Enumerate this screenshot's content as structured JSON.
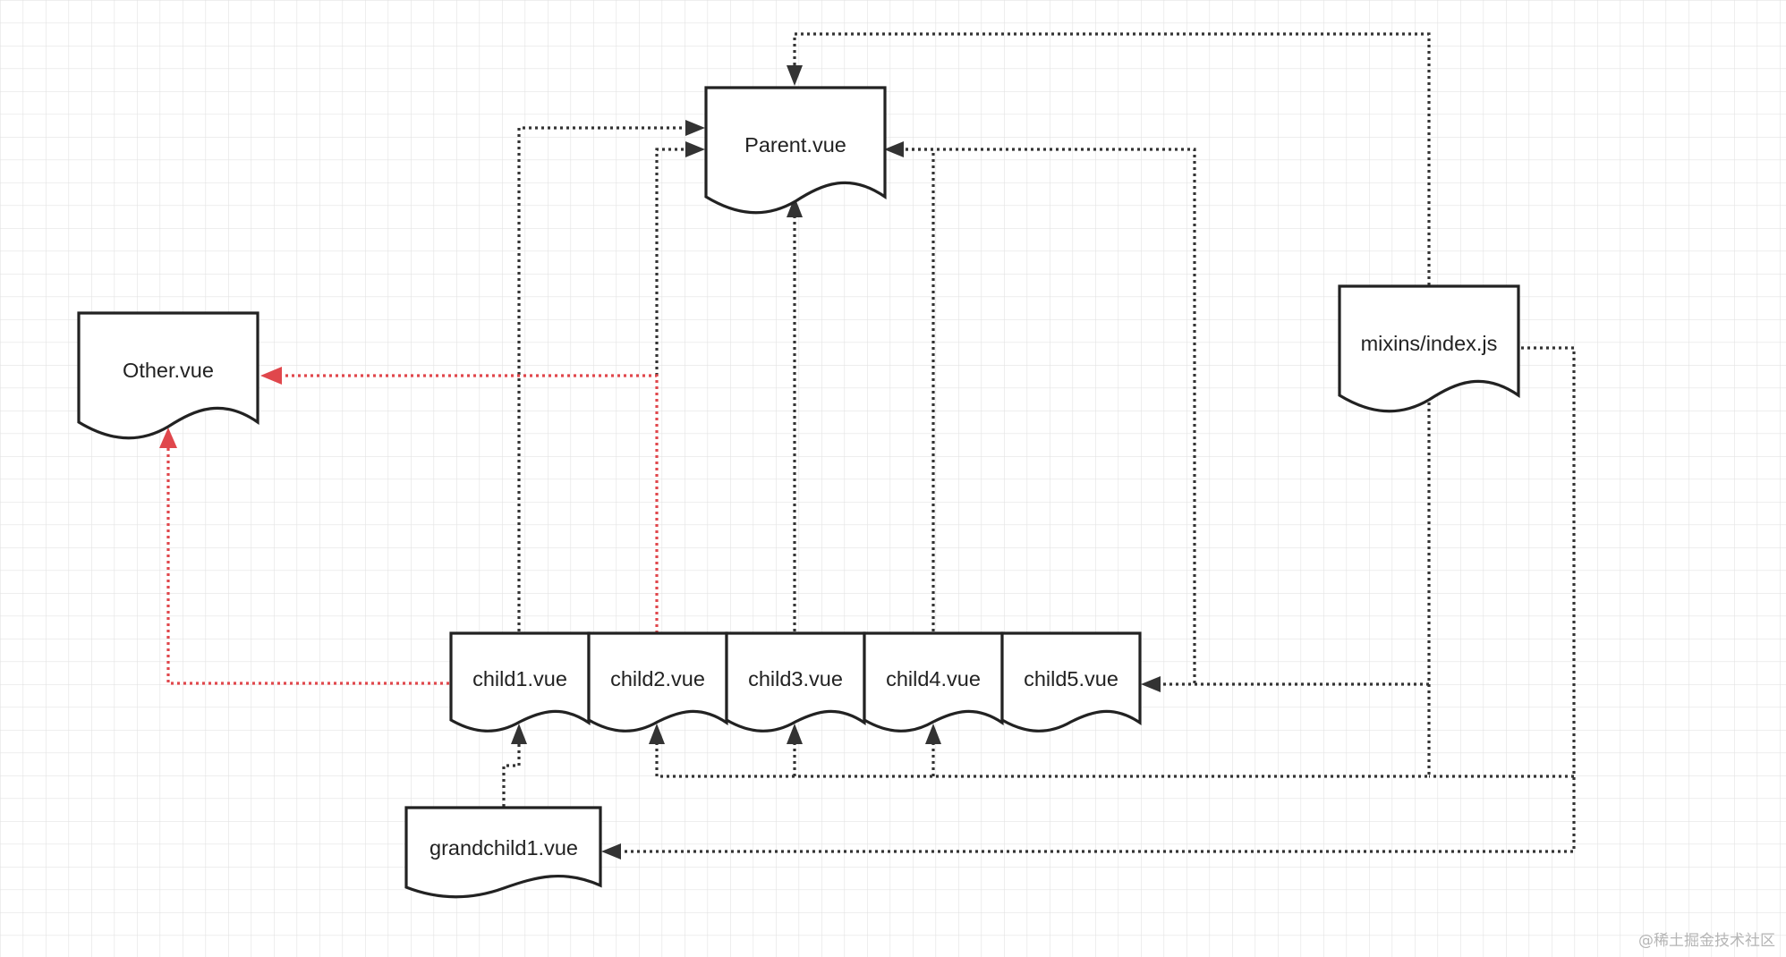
{
  "colors": {
    "background": "#ffffff",
    "grid": "#e3e3e3",
    "node_stroke": "#222222",
    "edge": "#333333",
    "highlight_edge": "#e0474c",
    "watermark": "#b5b5b5"
  },
  "nodes": {
    "parent": {
      "label": "Parent.vue"
    },
    "other": {
      "label": "Other.vue"
    },
    "mixins": {
      "label": "mixins/index.js"
    },
    "child1": {
      "label": "child1.vue"
    },
    "child2": {
      "label": "child2.vue"
    },
    "child3": {
      "label": "child3.vue"
    },
    "child4": {
      "label": "child4.vue"
    },
    "child5": {
      "label": "child5.vue"
    },
    "grandchild1": {
      "label": "grandchild1.vue"
    }
  },
  "edges": [
    {
      "from": "child1",
      "to": "parent",
      "style": "dotted"
    },
    {
      "from": "child2",
      "to": "parent",
      "style": "dotted"
    },
    {
      "from": "child3",
      "to": "parent",
      "style": "dotted"
    },
    {
      "from": "child4",
      "to": "parent",
      "style": "dotted"
    },
    {
      "from": "child5",
      "to": "parent",
      "style": "dotted"
    },
    {
      "from": "mixins",
      "to": "parent",
      "style": "dotted"
    },
    {
      "from": "child2",
      "to": "other",
      "style": "dotted",
      "color": "red"
    },
    {
      "from": "child1",
      "to": "other",
      "style": "dotted",
      "color": "red"
    },
    {
      "from": "mixins",
      "to": "child5",
      "style": "dotted"
    },
    {
      "from": "mixins",
      "to": "child2",
      "style": "dotted"
    },
    {
      "from": "mixins",
      "to": "child3",
      "style": "dotted"
    },
    {
      "from": "mixins",
      "to": "child4",
      "style": "dotted"
    },
    {
      "from": "mixins",
      "to": "grandchild1",
      "style": "dotted"
    },
    {
      "from": "grandchild1",
      "to": "child1",
      "style": "dotted"
    }
  ],
  "watermark": "@稀土掘金技术社区"
}
